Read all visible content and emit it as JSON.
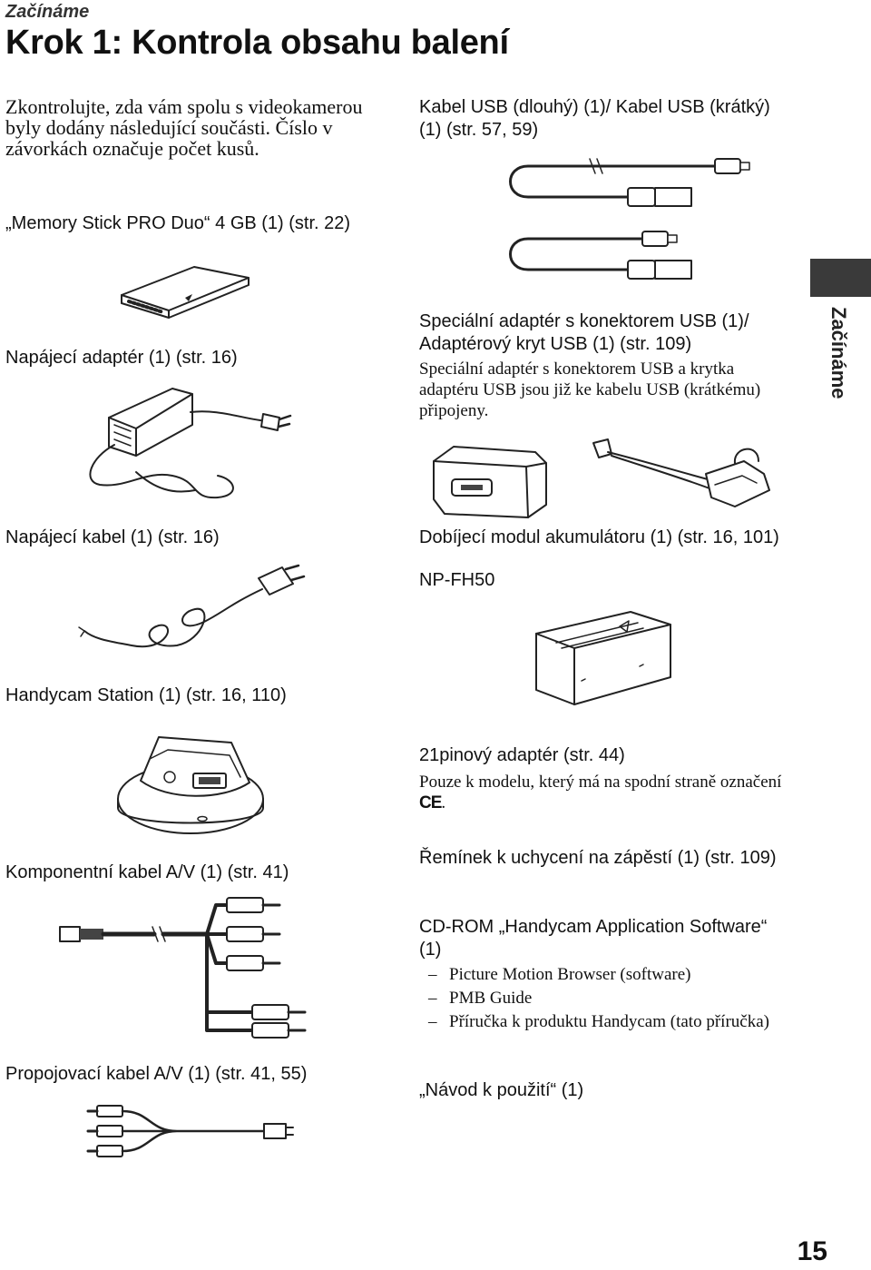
{
  "header": {
    "section": "Začínáme",
    "title": "Krok 1: Kontrola obsahu balení"
  },
  "intro": "Zkontrolujte, zda vám spolu s videokamerou byly dodány následující součásti. Číslo v závorkách označuje počet kusů.",
  "items": {
    "memory_stick": "„Memory Stick PRO Duo“ 4 GB (1) (str. 22)",
    "ac_adaptor": "Napájecí adaptér (1) (str. 16)",
    "power_cord": "Napájecí kabel (1) (str. 16)",
    "handycam_station": "Handycam Station (1) (str. 16, 110)",
    "component_cable": "Komponentní kabel A/V (1) (str. 41)",
    "av_cable": "Propojovací kabel A/V (1) (str. 41, 55)",
    "usb_cable": "Kabel USB (dlouhý) (1)/ Kabel USB (krátký) (1) (str. 57, 59)",
    "usb_adaptor": "Speciální adaptér s konektorem USB (1)/ Adaptérový kryt USB (1) (str. 109)",
    "usb_adaptor_note": "Speciální adaptér s konektorem USB a krytka adaptéru USB jsou již ke kabelu USB (krátkému) připojeny.",
    "battery_charger": "Dobíjecí modul akumulátoru (1) (str. 16, 101)",
    "battery_model": "NP-FH50",
    "pin_adaptor": "21pinový adaptér (str. 44)",
    "pin_adaptor_note": "Pouze k modelu, který má na spodní straně označení",
    "pin_adaptor_mark": "CE",
    "wrist_strap": "Řemínek k uchycení na zápěstí (1) (str. 109)",
    "cdrom": "CD-ROM „Handycam Application Software“ (1)",
    "cdrom_list": [
      "Picture Motion Browser (software)",
      "PMB Guide",
      "Příručka k produktu Handycam (tato příručka)"
    ],
    "manual": "„Návod k použití“ (1)"
  },
  "side_tab": {
    "label": "Začínáme",
    "color": "#3a3a3a"
  },
  "page_number": "15"
}
